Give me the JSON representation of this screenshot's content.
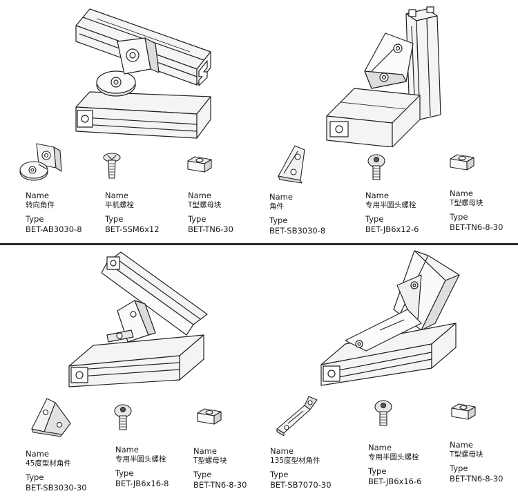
{
  "captions": {
    "name_label": "Name",
    "type_label": "Type"
  },
  "top_parts": [
    {
      "name": "转向角件",
      "type": "BET-AB3030-8",
      "icon": "swivel-corner-bracket-icon"
    },
    {
      "name": "平机螺栓",
      "type": "BET-SSM6x12",
      "icon": "flat-head-screw-icon"
    },
    {
      "name": "T型螺母块",
      "type": "BET-TN6-30",
      "icon": "t-nut-block-icon"
    },
    {
      "name": "角件",
      "type": "BET-SB3030-8",
      "icon": "corner-bracket-icon"
    },
    {
      "name": "专用半圆头螺栓",
      "type": "BET-JB6x12-6",
      "icon": "button-head-screw-icon"
    },
    {
      "name": "T型螺母块",
      "type": "BET-TN6-8-30",
      "icon": "t-nut-block-icon"
    }
  ],
  "bottom_parts": [
    {
      "name": "45度型材角件",
      "type": "BET-SB3030-30",
      "icon": "angle-45-bracket-icon"
    },
    {
      "name": "专用半圆头螺栓",
      "type": "BET-JB6x16-8",
      "icon": "button-head-screw-icon"
    },
    {
      "name": "T型螺母块",
      "type": "BET-TN6-8-30",
      "icon": "t-nut-block-icon"
    },
    {
      "name": "135度型材角件",
      "type": "BET-SB7070-30",
      "icon": "angle-135-bracket-icon"
    },
    {
      "name": "专用半圆头螺栓",
      "type": "BET-JB6x16-6",
      "icon": "button-head-screw-icon"
    },
    {
      "name": "T型螺母块",
      "type": "BET-TN6-8-30",
      "icon": "t-nut-block-icon"
    }
  ]
}
